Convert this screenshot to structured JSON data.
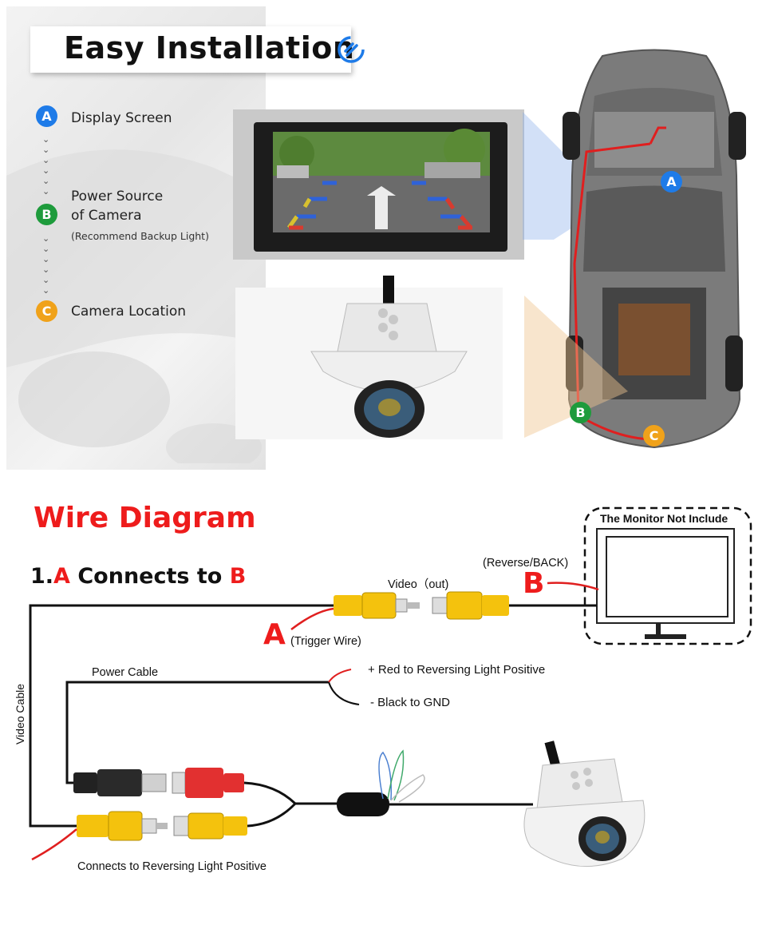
{
  "installation": {
    "title": "Easy Installation",
    "steps": [
      {
        "badge": "A",
        "color": "#1e7be8",
        "label": "Display Screen",
        "sub": ""
      },
      {
        "badge": "B",
        "color": "#1e9b3c",
        "label": "Power Source",
        "label2": "of Camera",
        "sub": "(Recommend Backup Light)"
      },
      {
        "badge": "C",
        "color": "#f0a21a",
        "label": "Camera Location",
        "sub": ""
      }
    ],
    "car_markers": [
      {
        "badge": "A",
        "color": "#1e7be8"
      },
      {
        "badge": "B",
        "color": "#1e9b3c"
      },
      {
        "badge": "C",
        "color": "#f0a21a"
      }
    ]
  },
  "wire": {
    "title": "Wire Diagram",
    "subtitle_prefix": "1.",
    "subtitle_a": "A",
    "subtitle_mid": " Connects to ",
    "subtitle_b": "B",
    "monitor_label": "The Monitor Not Include",
    "reverse_label": "(Reverse/BACK)",
    "marker_b": "B",
    "marker_a": "A",
    "video_out": "Video（out)",
    "trigger_wire": "(Trigger Wire)",
    "power_cable": "Power Cable",
    "red_positive": "+ Red to Reversing Light Positive",
    "black_gnd": "- Black to GND",
    "video_cable": "Video Cable",
    "connects_reversing": "Connects to Reversing Light Positive"
  },
  "colors": {
    "red": "#ee1c1c",
    "yellow": "#f4c20d",
    "blue_badge": "#1e7be8",
    "green_badge": "#1e9b3c",
    "orange_badge": "#f0a21a"
  }
}
